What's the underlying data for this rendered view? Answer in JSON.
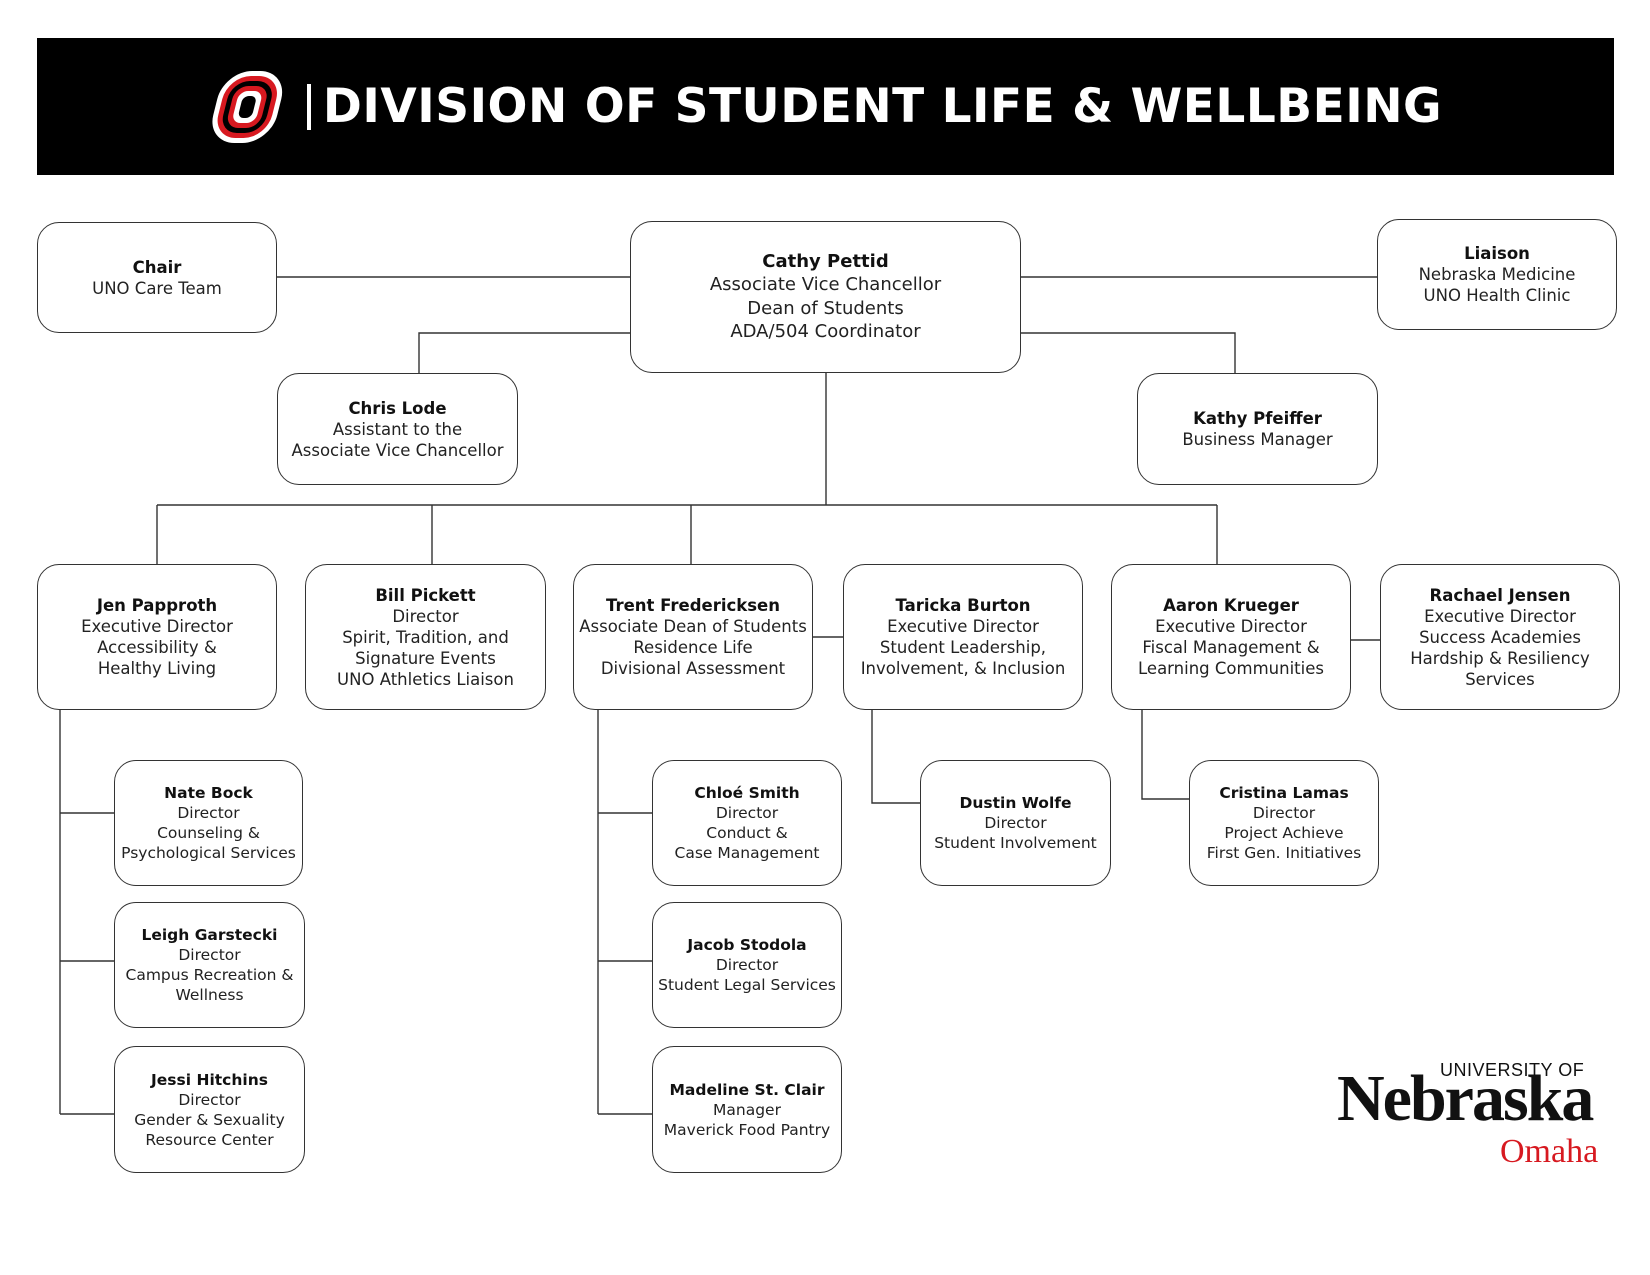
{
  "header": {
    "title": "DIVISION OF STUDENT LIFE & WELLBEING",
    "brand_color": "#000000",
    "accent_color": "#d71920"
  },
  "nodes": {
    "chair": {
      "name": "Chair",
      "lines": [
        "UNO Care Team"
      ]
    },
    "avc": {
      "name": "Cathy Pettid",
      "lines": [
        "Associate Vice Chancellor",
        "Dean of Students",
        "ADA/504 Coordinator"
      ]
    },
    "liaison": {
      "name": "Liaison",
      "lines": [
        "Nebraska Medicine",
        "UNO Health Clinic"
      ]
    },
    "assistant": {
      "name": "Chris Lode",
      "lines": [
        "Assistant to the",
        "Associate Vice Chancellor"
      ]
    },
    "business": {
      "name": "Kathy Pfeiffer",
      "lines": [
        "Business Manager"
      ]
    },
    "jen": {
      "name": "Jen Papproth",
      "lines": [
        "Executive Director",
        "Accessibility &",
        "Healthy Living"
      ]
    },
    "bill": {
      "name": "Bill Pickett",
      "lines": [
        "Director",
        "Spirit, Tradition, and",
        "Signature Events",
        "UNO Athletics Liaison"
      ]
    },
    "trent": {
      "name": "Trent Fredericksen",
      "lines": [
        "Associate Dean of Students",
        "Residence Life",
        "Divisional Assessment"
      ]
    },
    "taricka": {
      "name": "Taricka Burton",
      "lines": [
        "Executive Director",
        "Student Leadership,",
        "Involvement, & Inclusion"
      ]
    },
    "aaron": {
      "name": "Aaron Krueger",
      "lines": [
        "Executive Director",
        "Fiscal Management &",
        "Learning Communities"
      ]
    },
    "rachael": {
      "name": "Rachael Jensen",
      "lines": [
        "Executive Director",
        "Success Academies",
        "Hardship & Resiliency",
        "Services"
      ]
    },
    "nate": {
      "name": "Nate Bock",
      "lines": [
        "Director",
        "Counseling &",
        "Psychological Services"
      ]
    },
    "leigh": {
      "name": "Leigh Garstecki",
      "lines": [
        "Director",
        "Campus Recreation &",
        "Wellness"
      ]
    },
    "jessi": {
      "name": "Jessi Hitchins",
      "lines": [
        "Director",
        "Gender & Sexuality",
        "Resource Center"
      ]
    },
    "chloe": {
      "name": "Chloé Smith",
      "lines": [
        "Director",
        "Conduct &",
        "Case Management"
      ]
    },
    "jacob": {
      "name": "Jacob Stodola",
      "lines": [
        "Director",
        "Student Legal Services"
      ]
    },
    "madeline": {
      "name": "Madeline St. Clair",
      "lines": [
        "Manager",
        "Maverick Food Pantry"
      ]
    },
    "dustin": {
      "name": "Dustin Wolfe",
      "lines": [
        "Director",
        "Student Involvement"
      ]
    },
    "cristina": {
      "name": "Cristina Lamas",
      "lines": [
        "Director",
        "Project Achieve",
        "First Gen. Initiatives"
      ]
    }
  },
  "footer_logo": {
    "line1": "UNIVERSITY OF",
    "line2": "Nebraska",
    "line3": "Omaha"
  }
}
